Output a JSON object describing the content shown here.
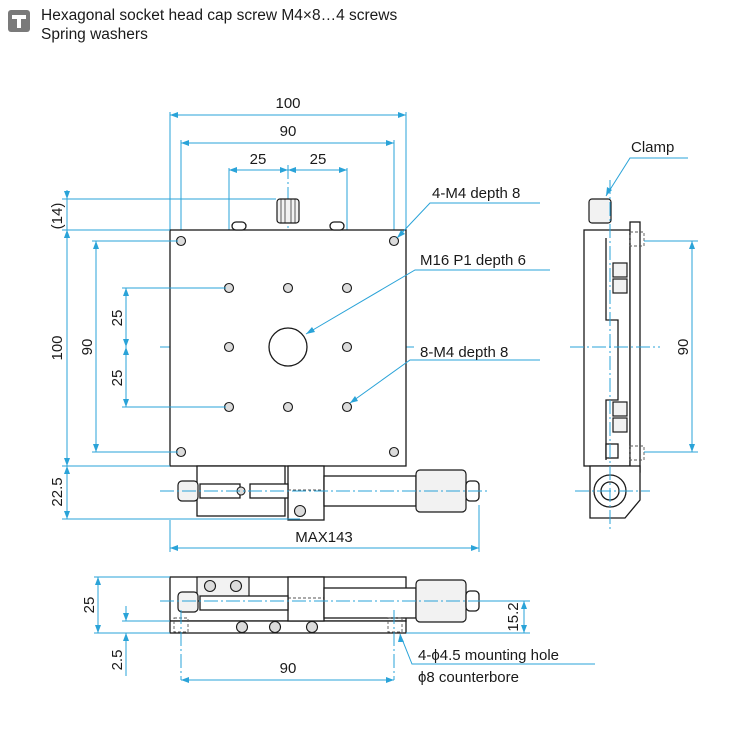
{
  "header": {
    "line1": "Hexagonal socket head cap screw M4×8…4 screws",
    "line2": "Spring washers"
  },
  "top_view": {
    "dim_width_overall": "100",
    "dim_width_holes": "90",
    "dim_left_25": "25",
    "dim_right_25": "25",
    "dim_offset_14": "(14)",
    "dim_height_overall": "100",
    "dim_height_holes": "90",
    "dim_upper_25": "25",
    "dim_lower_25": "25",
    "dim_micrometer_22_5": "22.5",
    "dim_max_length": "MAX143"
  },
  "callouts": {
    "corner_holes": "4-M4 depth 8",
    "center_hole": "M16 P1 depth 6",
    "grid_holes": "8-M4 depth 8",
    "clamp": "Clamp"
  },
  "side_view": {
    "dim_holes_90": "90"
  },
  "front_view": {
    "dim_height_25": "25",
    "dim_axis_15_2": "15.2",
    "dim_base_2_5": "2.5",
    "dim_mount_90": "90",
    "mounting_hole": "4-ϕ4.5 mounting hole",
    "counterbore": "ϕ8 counterbore"
  },
  "colors": {
    "dimension_line": "#2aa3d8",
    "part_outline": "#1a1a1a",
    "header_icon": "#7a7a7a"
  },
  "icons": {
    "header": "screw-bullet-icon"
  }
}
